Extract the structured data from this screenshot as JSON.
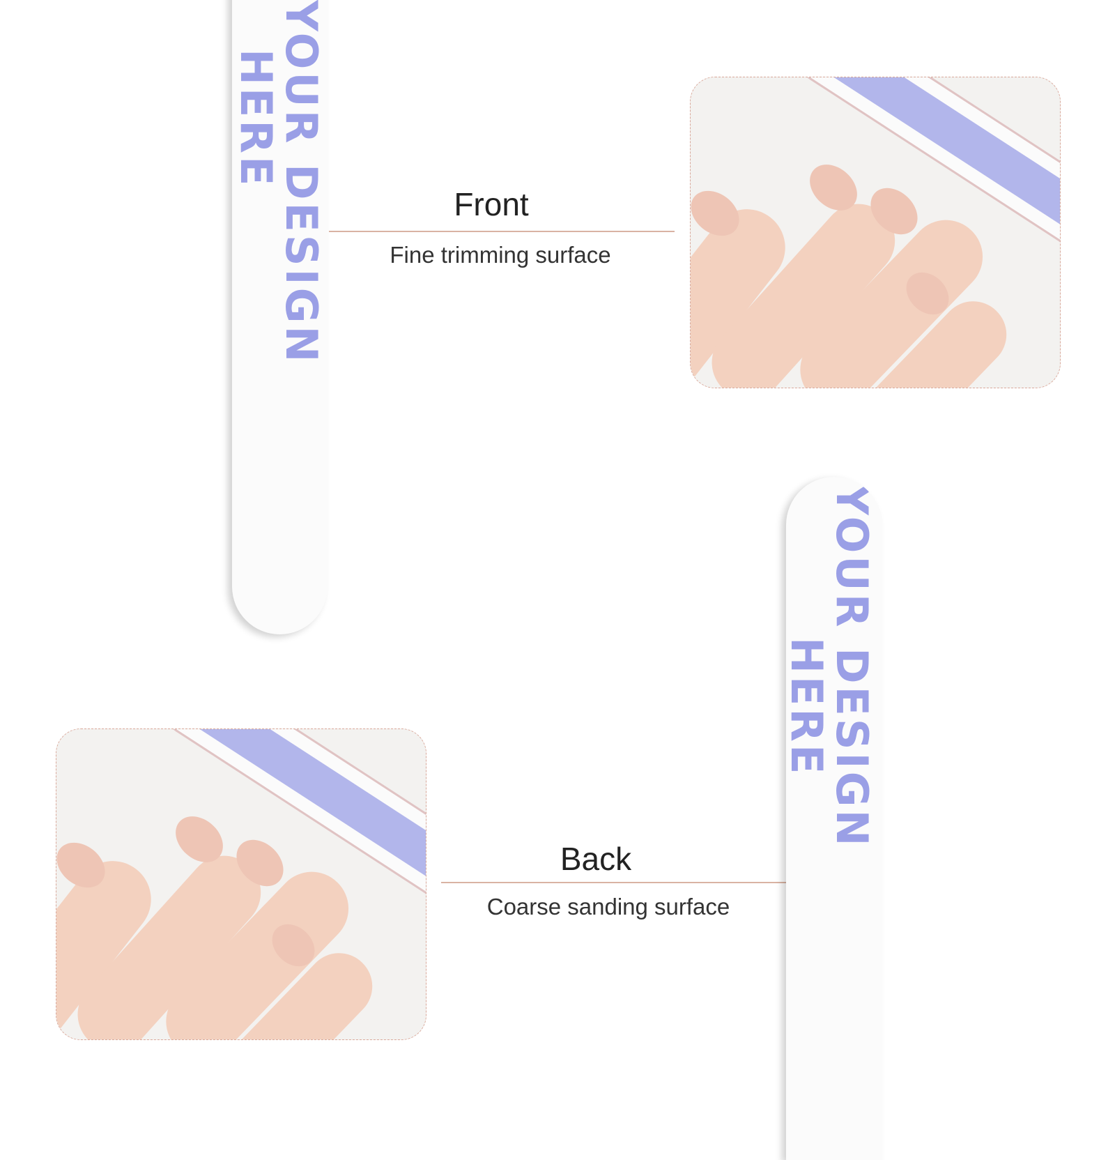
{
  "front": {
    "title": "Front",
    "subtitle": "Fine trimming surface",
    "print_line1": "YOUR DESIGN",
    "print_line2": "HERE"
  },
  "back": {
    "title": "Back",
    "subtitle": "Coarse sanding surface",
    "print_line1": "YOUR DESIGN",
    "print_line2": "HERE"
  },
  "colors": {
    "print": "#9a9fe6",
    "rule": "#d9b3a3",
    "skin": "#f3d1bf",
    "nail": "#eec5b5"
  }
}
